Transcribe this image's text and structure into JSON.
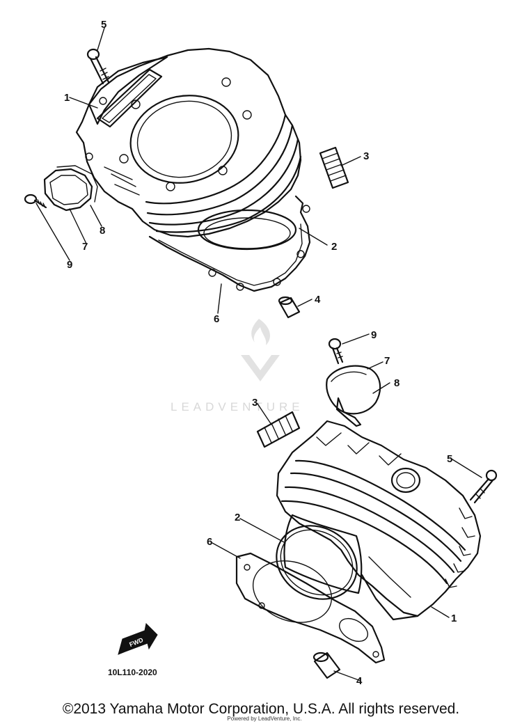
{
  "diagram": {
    "callouts_top": [
      "5",
      "1",
      "3",
      "2",
      "8",
      "7",
      "9",
      "6",
      "4"
    ],
    "callouts_bottom": [
      "9",
      "7",
      "8",
      "3",
      "5",
      "2",
      "6",
      "1",
      "4"
    ],
    "diagram_code": "10L110-2020",
    "fwd_label": "FWD"
  },
  "watermark": {
    "brand": "LEADVENTURE",
    "color": "#d8d8d8"
  },
  "footer": {
    "copyright": "©2013 Yamaha Motor Corporation, U.S.A. All rights reserved.",
    "small_print": "Powered by LeadVenture, Inc."
  }
}
